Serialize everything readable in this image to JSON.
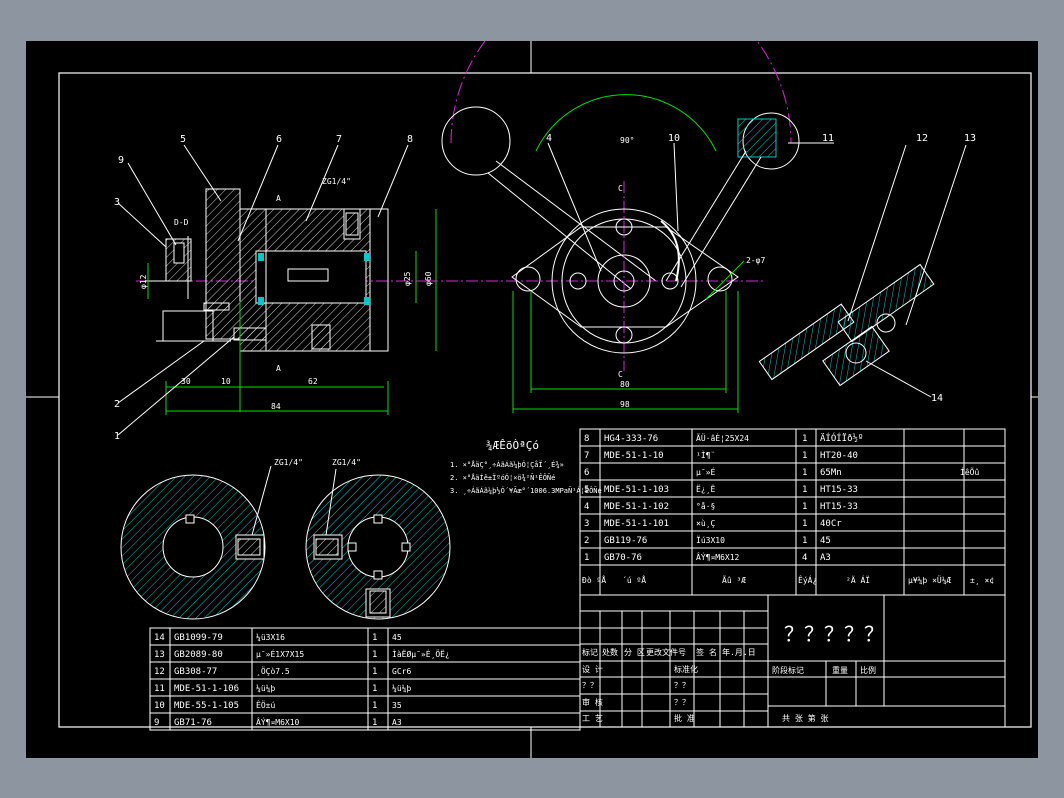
{
  "drawing": {
    "callouts": [
      "1",
      "2",
      "3",
      "4",
      "5",
      "6",
      "7",
      "8",
      "9",
      "10",
      "11",
      "12",
      "13",
      "14"
    ],
    "section_label": "D-D",
    "section_a": "A",
    "section_c": "C",
    "thread_top": "ZG1/4\"",
    "thread_left": "ZG1/4\"",
    "thread_right": "ZG1/4\"",
    "dims": {
      "d30": "30",
      "d10": "10",
      "d62": "62",
      "d84": "84",
      "d80": "80",
      "d98": "98",
      "d60v": "φ60",
      "d25": "φ25",
      "d12": "φ12",
      "ang90": "90°",
      "holes": "2-φ7"
    }
  },
  "notes": {
    "title": "¾ÆÊõÒªÇó",
    "lines": [
      "1. ×°ÅäÇ°¸÷ÁãÁã¼þÓ¦ÇåÏ´¸É¾»",
      "2. ×°ÅäÍê±ÏºóÓ¦×ö¾²Ñ¹ÊÔÑé",
      "3. ¸÷ÁãÁã¼þ½Ó´¥Ãæ°´1006.3MPaÑ¹Á¦ÊÔÑé"
    ]
  },
  "bom_upper": [
    [
      "8",
      "HG4-333-76",
      "ÃÜ·âÈ¦25X24",
      "1",
      "ÄÍÓÍÏð½º",
      ""
    ],
    [
      "7",
      "MDE-51-1-10",
      "¹Ì¶¨",
      "1",
      "HT20-40",
      ""
    ],
    [
      "6",
      "",
      "µ¯»É",
      "1",
      "65Mn",
      ""
    ],
    [
      "5",
      "MDE-51-1-103",
      "Ë¿¸Ë",
      "1",
      "HT15-33",
      ""
    ],
    [
      "4",
      "MDE-51-1-102",
      "°å·§",
      "1",
      "HT15-33",
      ""
    ],
    [
      "3",
      "MDE-51-1-101",
      "×ù¸Ç",
      "1",
      "40Cr",
      ""
    ],
    [
      "2",
      "GB119-76",
      "Ïú3X10",
      "1",
      "45",
      ""
    ],
    [
      "1",
      "GB70-76",
      "ÂÝ¶¤M6X12",
      "4",
      "A3",
      ""
    ]
  ],
  "bom_upper_header": [
    "Ðò ºÅ",
    "´ú ºÅ",
    "Ãû ³Æ",
    "ÊýÁ¿",
    "²Ä ÁÏ",
    "µ¥¼þ ×Ü¼Æ\nÖØÁ¿",
    "±¸ ×¢"
  ],
  "bom_upper_side": "ÍêÕû",
  "bom_lower": [
    [
      "14",
      "GB1099-79",
      "¼ü3X16",
      "1",
      "45"
    ],
    [
      "13",
      "GB2089-80",
      "µ¯»É1X7X15",
      "1",
      "ÌàËØµ¯»É¸ÖË¿"
    ],
    [
      "12",
      "GB308-77",
      "¸ÖÇò7.5",
      "1",
      "GCr6"
    ],
    [
      "11",
      "MDE-51-1-106",
      "¼ü¼þ",
      "1",
      "¼ü¼þ"
    ],
    [
      "10",
      "MDE-55-1-105",
      "ÊÖ±ú",
      "1",
      "35"
    ],
    [
      "9",
      "GB71-76",
      "ÂÝ¶¤M6X10",
      "1",
      "A3"
    ]
  ],
  "title_block": {
    "drawing_name": "？？？？？",
    "change_headers": [
      "标记",
      "处数",
      "分 区",
      "更改文件号",
      "签 名",
      "年.月.日"
    ],
    "row_labels": [
      "设 计",
      "？？",
      "审 核",
      "工 艺"
    ],
    "mid_labels": [
      "标准化",
      "？？",
      "？？",
      "批 准"
    ],
    "stage_headers": [
      "阶段标记",
      "重量",
      "比例"
    ],
    "sheet_text": "共    张    第    张"
  },
  "colors": {
    "line_white": "#ffffff",
    "hatch": "#00c8c8",
    "center": "#e020e0",
    "dimension": "#00e000",
    "text": "#ffffff",
    "background": "#000000"
  }
}
